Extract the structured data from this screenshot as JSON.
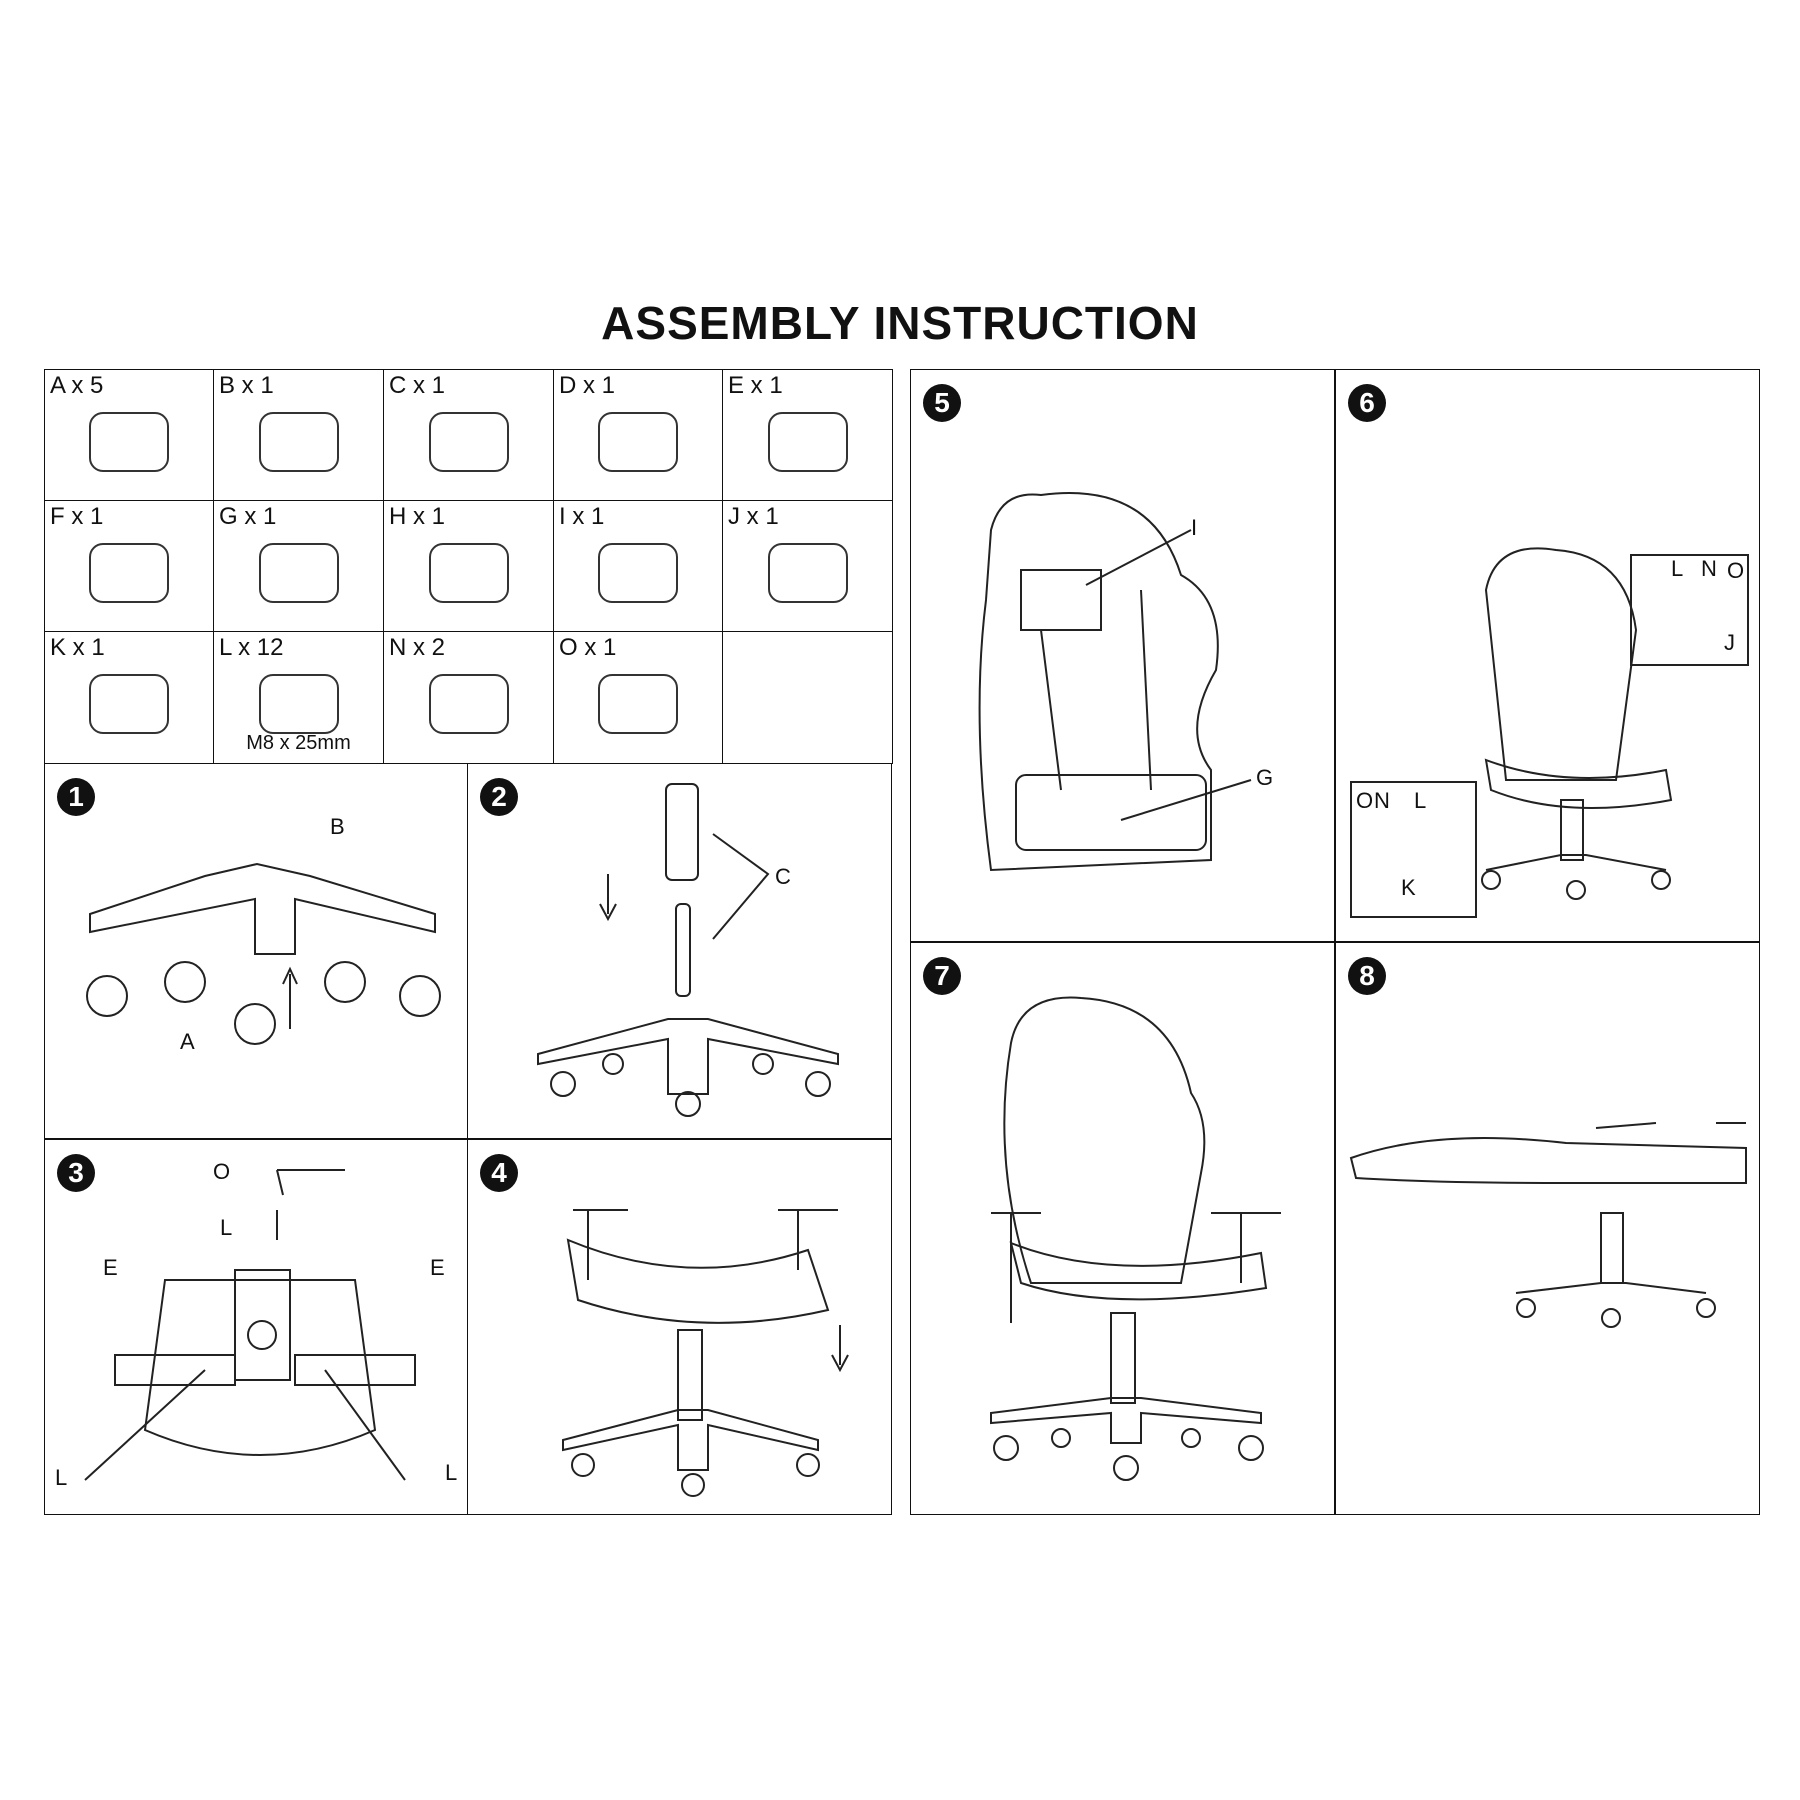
{
  "title": "ASSEMBLY  INSTRUCTION",
  "parts": [
    {
      "label": "A x 5",
      "icon": "caster-wheel"
    },
    {
      "label": "B x 1",
      "icon": "star-base"
    },
    {
      "label": "C x 1",
      "icon": "gas-lift"
    },
    {
      "label": "D x 1",
      "icon": "tilt-mechanism"
    },
    {
      "label": "E x 1",
      "icon": "armrests"
    },
    {
      "label": "F x 1",
      "icon": "backrest"
    },
    {
      "label": "G x 1",
      "icon": "lumbar-pillow"
    },
    {
      "label": "H x 1",
      "icon": "seat"
    },
    {
      "label": "I x 1",
      "icon": "head-pillow"
    },
    {
      "label": "J x 1",
      "icon": "side-cover"
    },
    {
      "label": "K x 1",
      "icon": "side-cover"
    },
    {
      "label": "L x 12",
      "icon": "bolt",
      "spec": "M8 x 25mm"
    },
    {
      "label": "N x 2",
      "icon": "screw"
    },
    {
      "label": "O x 1",
      "icon": "allen-key"
    },
    {
      "label": "",
      "icon": "empty"
    }
  ],
  "steps": [
    {
      "number": "1",
      "callouts": [
        "B",
        "A"
      ]
    },
    {
      "number": "2",
      "callouts": [
        "C"
      ]
    },
    {
      "number": "3",
      "callouts": [
        "O",
        "L",
        "E",
        "E",
        "L",
        "L"
      ]
    },
    {
      "number": "4",
      "callouts": []
    },
    {
      "number": "5",
      "callouts": [
        "I",
        "G"
      ]
    },
    {
      "number": "6",
      "callouts": [
        "L",
        "N",
        "O",
        "J",
        "O",
        "N",
        "L",
        "K"
      ]
    },
    {
      "number": "7",
      "callouts": []
    },
    {
      "number": "8",
      "callouts": []
    }
  ]
}
